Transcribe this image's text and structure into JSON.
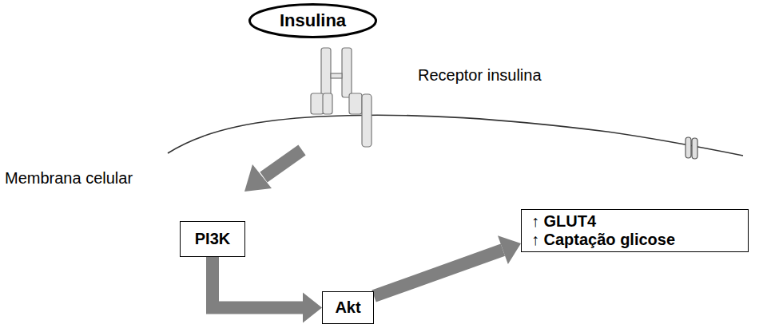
{
  "diagram": {
    "nodes": [
      {
        "text": [
          "Insulina"
        ]
      },
      {
        "text": [
          "PI3K"
        ]
      },
      {
        "text": [
          "Akt"
        ]
      },
      {
        "text": [
          "↑ GLUT4",
          "↑ Captação glicose"
        ]
      }
    ],
    "edges": [
      {
        "from": 1,
        "to": 2,
        "arrow": "to"
      },
      {
        "from": 2,
        "to": 3,
        "arrow": "to"
      }
    ],
    "labels": [
      "Receptor insulina",
      "Membrana celular"
    ]
  }
}
